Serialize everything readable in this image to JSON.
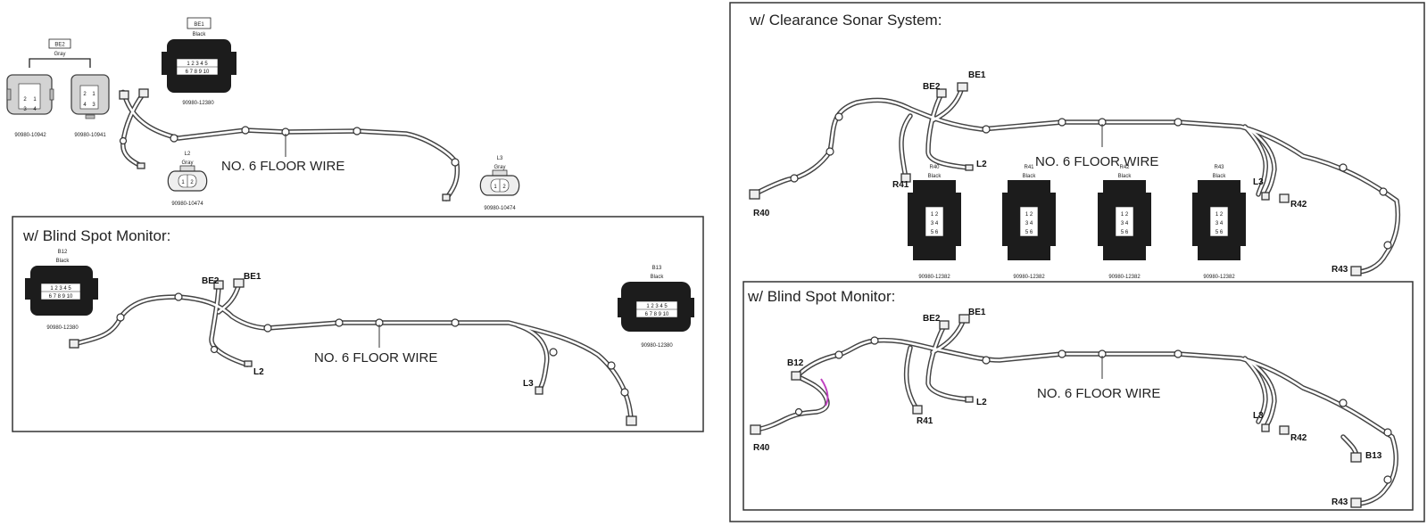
{
  "colors": {
    "wire": "#444444",
    "frame": "#333333",
    "connector_dark": "#1c1c1c",
    "connector_gray": "#d3d3d3",
    "highlight": "#c040c0"
  },
  "top_left": {
    "wire_label": "NO. 6 FLOOR WIRE",
    "connectors": {
      "be2": {
        "id": "BE2",
        "color": "Gray",
        "pn_a": "90980-10942",
        "pn_b": "90980-10941"
      },
      "be1": {
        "id": "BE1",
        "color": "Black",
        "pn": "90980-12380"
      },
      "l2": {
        "id": "L2",
        "color": "Gray",
        "pn": "90980-10474"
      },
      "l3": {
        "id": "L3",
        "color": "Gray",
        "pn": "90980-10474"
      }
    }
  },
  "bsm_left": {
    "title": "w/ Blind Spot Monitor:",
    "wire_label": "NO. 6 FLOOR WIRE",
    "callouts": {
      "be2": "BE2",
      "be1": "BE1",
      "l2": "L2",
      "l3": "L3"
    },
    "connectors": {
      "b12": {
        "id": "B12",
        "color": "Black",
        "pn": "90980-12380"
      },
      "b13": {
        "id": "B13",
        "color": "Black",
        "pn": "90980-12380"
      }
    }
  },
  "sonar": {
    "title": "w/ Clearance Sonar System:",
    "wire_label": "NO. 6 FLOOR WIRE",
    "callouts": {
      "be2": "BE2",
      "be1": "BE1",
      "l2": "L2",
      "r41": "R41",
      "r40": "R40",
      "l3": "L3",
      "r42": "R42",
      "r43": "R43"
    },
    "connectors": [
      {
        "id": "R40",
        "color": "Black",
        "pn": "90980-12382"
      },
      {
        "id": "R41",
        "color": "Black",
        "pn": "90980-12382"
      },
      {
        "id": "R42",
        "color": "Black",
        "pn": "90980-12382"
      },
      {
        "id": "R43",
        "color": "Black",
        "pn": "90980-12382"
      }
    ]
  },
  "bsm_right": {
    "title": "w/ Blind Spot Monitor:",
    "wire_label": "NO. 6 FLOOR WIRE",
    "callouts": {
      "be2": "BE2",
      "be1": "BE1",
      "b12": "B12",
      "r41": "R41",
      "l2": "L2",
      "r40": "R40",
      "l3": "L3",
      "r42": "R42",
      "b13": "B13",
      "r43": "R43"
    }
  }
}
